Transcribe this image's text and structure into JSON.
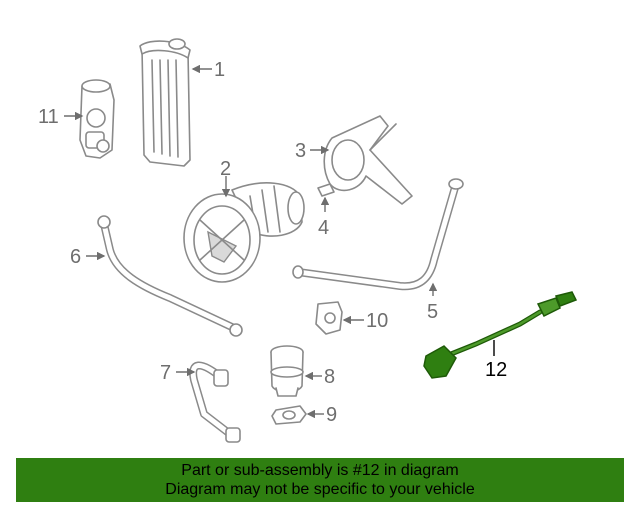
{
  "callouts": {
    "c1": "1",
    "c2": "2",
    "c3": "3",
    "c4": "4",
    "c5": "5",
    "c6": "6",
    "c7": "7",
    "c8": "8",
    "c9": "9",
    "c10": "10",
    "c11": "11",
    "c12": "12"
  },
  "highlight_part": "12",
  "colors": {
    "footer_bg": "#2f7f11",
    "highlight_part": "#2f7f11",
    "line_art": "#8a8a8a"
  },
  "footer": {
    "line1": "Part or sub-assembly is #12 in diagram",
    "line2": "Diagram may not be specific to your vehicle"
  }
}
